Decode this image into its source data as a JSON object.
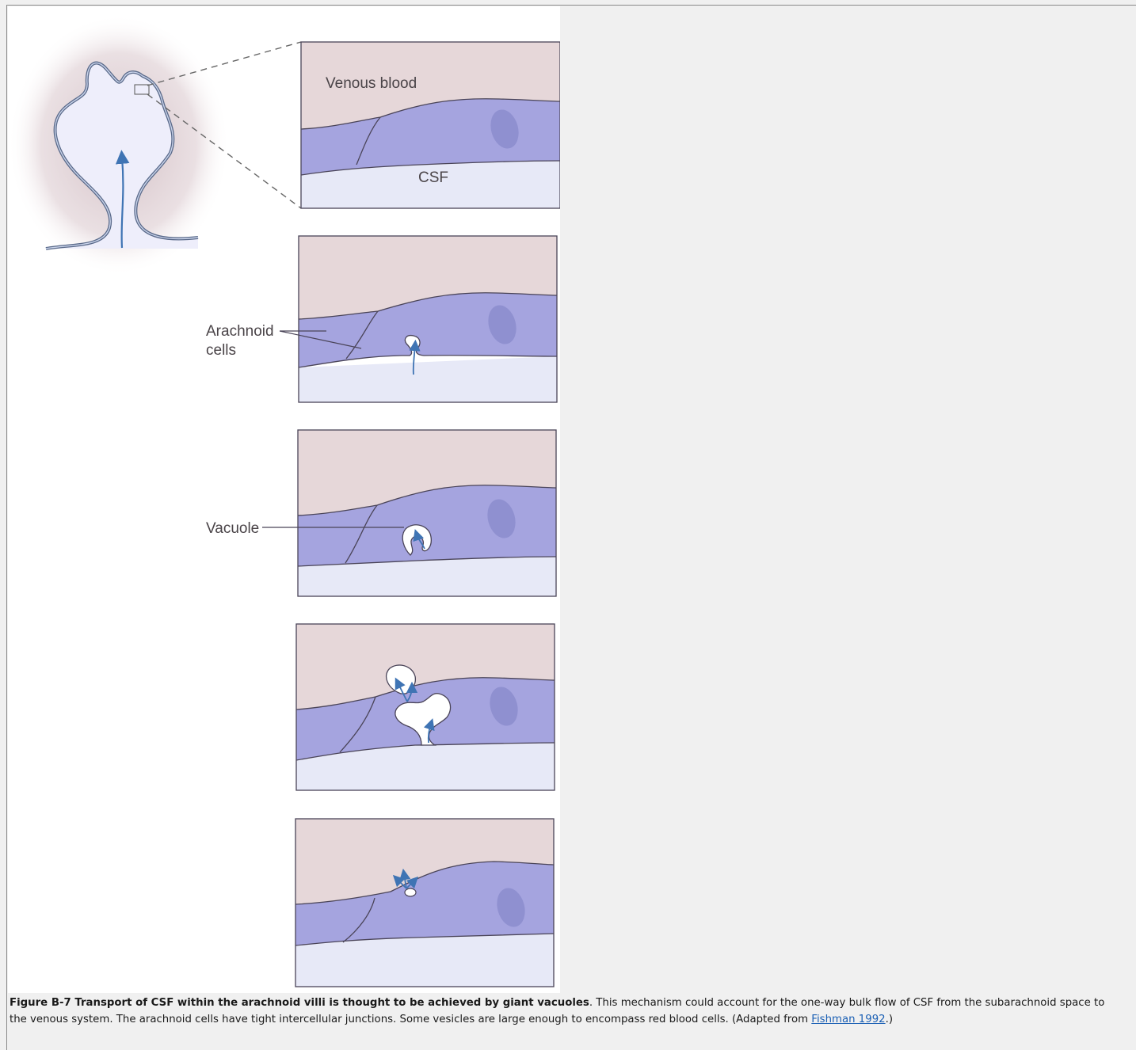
{
  "figure": {
    "labels": {
      "venous_blood": "Venous blood",
      "csf": "CSF",
      "arachnoid_line1": "Arachnoid",
      "arachnoid_line2": "cells",
      "vacuole": "Vacuole"
    }
  },
  "caption": {
    "title": "Figure B-7 Transport of CSF within the arachnoid villi is thought to be achieved by giant vacuoles",
    "body": ". This mechanism could account for the one-way bulk flow of CSF from the subarachnoid space to the venous system. The arachnoid cells have tight intercellular junctions. Some vesicles are large enough to encompass red blood cells. (Adapted from ",
    "link_text": "Fishman 1992",
    "tail": ".)"
  },
  "colors": {
    "venous": "#e6d7d9",
    "arachnoid": "#a5a4df",
    "csf": "#e7e9f7",
    "nucleus": "#8f90d0",
    "arrow": "#3f74b4"
  }
}
